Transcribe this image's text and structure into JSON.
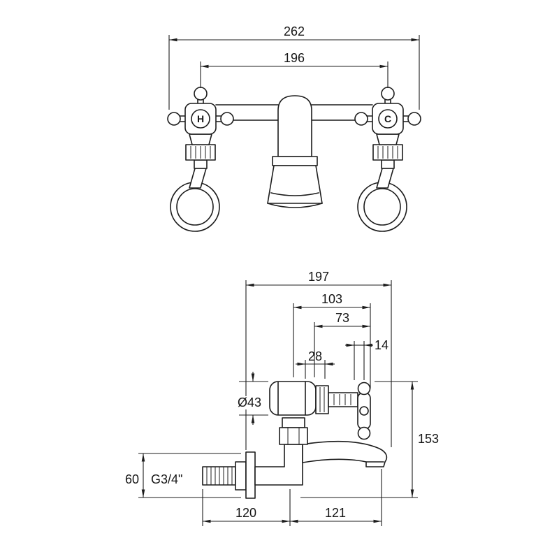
{
  "drawing": {
    "front_view": {
      "dim_overall_width": "262",
      "dim_centres": "196",
      "hot_label": "H",
      "cold_label": "C"
    },
    "side_view": {
      "dim_projection": "197",
      "dim_103": "103",
      "dim_73": "73",
      "dim_14": "14",
      "dim_28": "28",
      "dim_body_diameter": "Ø43",
      "dim_overall_height": "153",
      "dim_flange": "60",
      "thread_label": "G3/4\"",
      "dim_120": "120",
      "dim_121": "121"
    }
  }
}
